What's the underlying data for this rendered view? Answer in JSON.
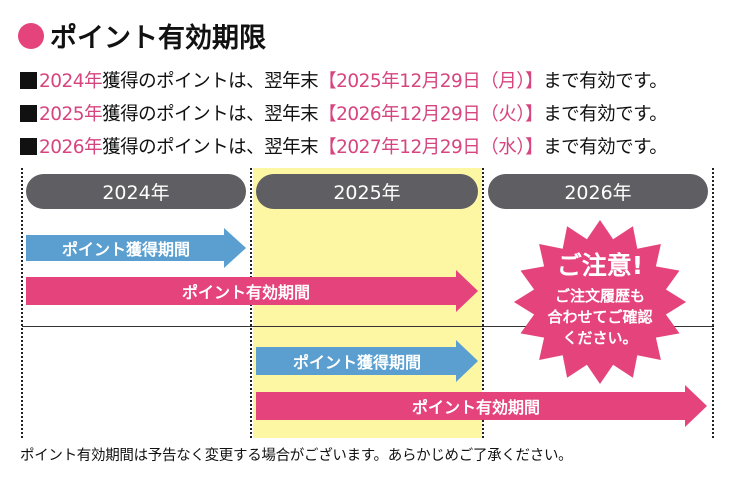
{
  "title": "ポイント有効期限",
  "rules": [
    {
      "year": "2024年",
      "text": "獲得のポイントは、翌年末",
      "bracket_open": "【",
      "expiry": "2025年12月29日（月）",
      "bracket_close": "】",
      "suffix": "まで有効です。"
    },
    {
      "year": "2025年",
      "text": "獲得のポイントは、翌年末",
      "bracket_open": "【",
      "expiry": "2026年12月29日（火）",
      "bracket_close": "】",
      "suffix": "まで有効です。"
    },
    {
      "year": "2026年",
      "text": "獲得のポイントは、翌年末",
      "bracket_open": "【",
      "expiry": "2027年12月29日（水）",
      "bracket_close": "】",
      "suffix": "まで有効です。"
    }
  ],
  "timeline": {
    "years": [
      "2024年",
      "2025年",
      "2026年"
    ],
    "earn_label": "ポイント獲得期間",
    "valid_label": "ポイント有効期間"
  },
  "notice": {
    "heading": "ご注意!",
    "lines": [
      "ご注文履歴も",
      "合わせてご確認",
      "ください。"
    ]
  },
  "footer": "ポイント有効期間は予告なく変更する場合がございます。あらかじめご了承ください。",
  "colors": {
    "pink": "#e5437b",
    "blue": "#5a9fcf",
    "yellow": "#fdf6a3",
    "gray": "#5f5f63"
  }
}
